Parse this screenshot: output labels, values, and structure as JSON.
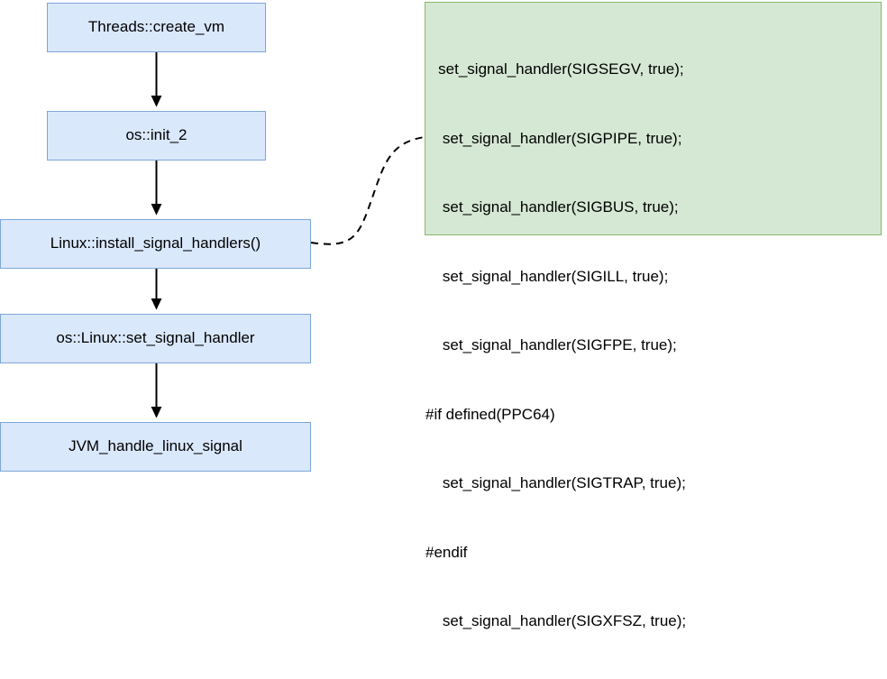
{
  "diagram": {
    "title": "JVM Linux signal handler installation flow",
    "colors": {
      "node_fill": "#dae8fc",
      "node_border": "#7ea6d8",
      "note_fill": "#d5e8d4",
      "note_border": "#86b96a",
      "arrow": "#000000",
      "connector": "#000000",
      "text": "#000000",
      "background": "#ffffff"
    },
    "nodes": [
      {
        "id": "threads-create-vm",
        "label": "Threads::create_vm"
      },
      {
        "id": "os-init-2",
        "label": "os::init_2"
      },
      {
        "id": "install-handlers",
        "label": "Linux::install_signal_handlers()"
      },
      {
        "id": "set-signal-handler",
        "label": "os::Linux::set_signal_handler"
      },
      {
        "id": "jvm-handle-signal",
        "label": "JVM_handle_linux_signal"
      }
    ],
    "edges": [
      {
        "from": "threads-create-vm",
        "to": "os-init-2",
        "style": "solid-arrow"
      },
      {
        "from": "os-init-2",
        "to": "install-handlers",
        "style": "solid-arrow"
      },
      {
        "from": "install-handlers",
        "to": "set-signal-handler",
        "style": "solid-arrow"
      },
      {
        "from": "set-signal-handler",
        "to": "jvm-handle-signal",
        "style": "solid-arrow"
      },
      {
        "from": "install-handlers",
        "to": "code-note",
        "style": "dashed-curve"
      }
    ],
    "note": {
      "id": "code-note",
      "lines": [
        "   set_signal_handler(SIGSEGV, true);",
        "    set_signal_handler(SIGPIPE, true);",
        "    set_signal_handler(SIGBUS, true);",
        "    set_signal_handler(SIGILL, true);",
        "    set_signal_handler(SIGFPE, true);",
        "#if defined(PPC64)",
        "    set_signal_handler(SIGTRAP, true);",
        "#endif",
        "    set_signal_handler(SIGXFSZ, true);"
      ]
    }
  }
}
